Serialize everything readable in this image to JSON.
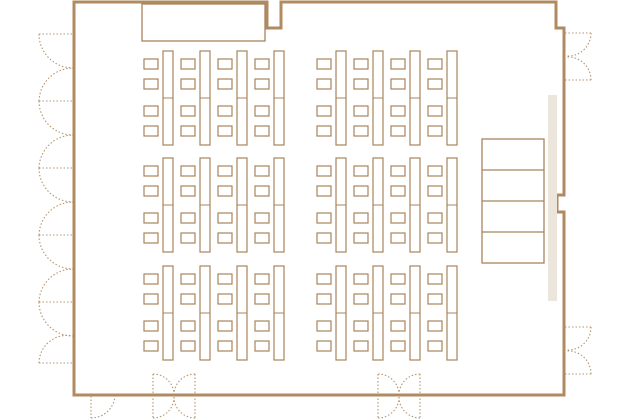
{
  "colors": {
    "wall": "#b08b62",
    "line": "#a8845c",
    "door": "#b5946f",
    "screen_bar": "#ece5dc",
    "background": "#ffffff"
  },
  "layout_summary": {
    "seating_style": "classroom",
    "seating_blocks": 6,
    "columns_per_block": 4,
    "seats_per_table": 4,
    "wall_doors": 8,
    "bottom_doors": 3,
    "stage_sections": 4
  }
}
